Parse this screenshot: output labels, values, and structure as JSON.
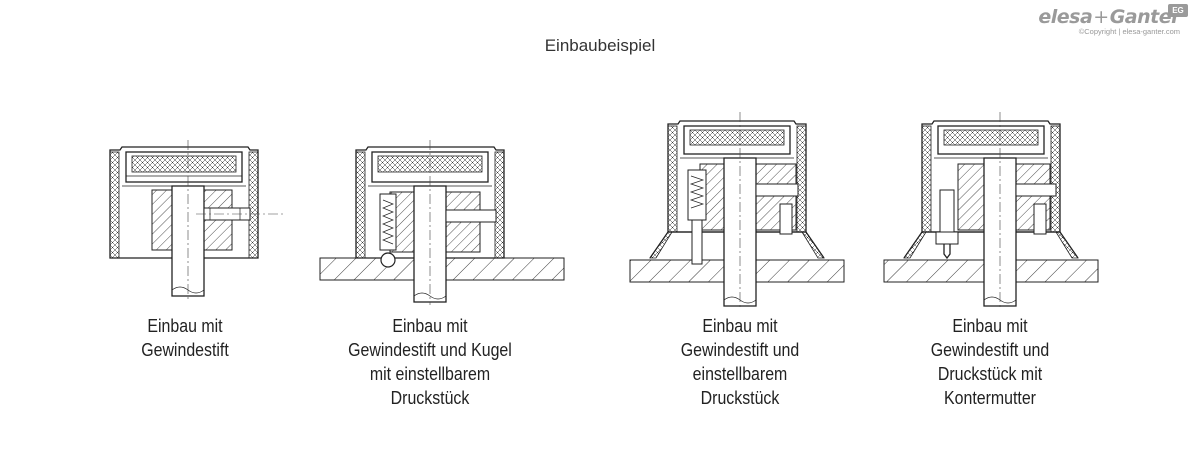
{
  "title": "Einbaubeispiel",
  "logo": {
    "brand_left": "elesa",
    "brand_plus": "+",
    "brand_right": "Ganter",
    "badge": "EG",
    "copyright": "©Copyright | elesa-ganter.com"
  },
  "captions": [
    {
      "lines": [
        "Einbau mit",
        "Gewindestift"
      ]
    },
    {
      "lines": [
        "Einbau mit",
        "Gewindestift und Kugel",
        "mit einstellbarem",
        "Druckstück"
      ]
    },
    {
      "lines": [
        "Einbau mit",
        "Gewindestift und",
        "einstellbarem",
        "Druckstück"
      ]
    },
    {
      "lines": [
        "Einbau mit",
        "Gewindestift und",
        "Druckstück mit",
        "Kontermutter"
      ]
    }
  ]
}
